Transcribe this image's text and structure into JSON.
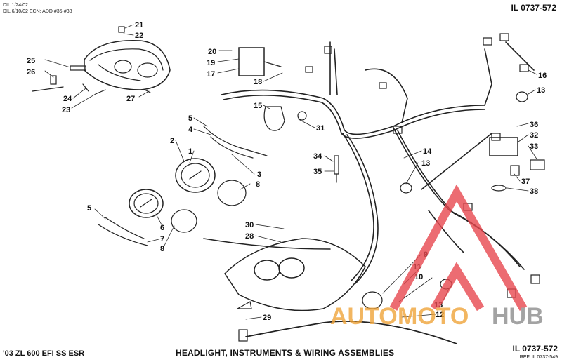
{
  "header": {
    "line1": "DIL 1/24/02",
    "line2": "DIL 6/10/02 ECN: ADD #35-#38",
    "ref_top": "IL 0737-572"
  },
  "footer": {
    "model": "'03 ZL 600 EFI SS ESR",
    "title": "HEADLIGHT, INSTRUMENTS & WIRING ASSEMBLIES",
    "ref": "IL 0737-572",
    "ref_sub": "REF. IL 0737-549"
  },
  "callouts": [
    {
      "id": "c21",
      "label": "21"
    },
    {
      "id": "c22",
      "label": "22"
    },
    {
      "id": "c25",
      "label": "25"
    },
    {
      "id": "c26",
      "label": "26"
    },
    {
      "id": "c24",
      "label": "24"
    },
    {
      "id": "c23",
      "label": "23"
    },
    {
      "id": "c27",
      "label": "27"
    },
    {
      "id": "c20",
      "label": "20"
    },
    {
      "id": "c19",
      "label": "19"
    },
    {
      "id": "c17",
      "label": "17"
    },
    {
      "id": "c18",
      "label": "18"
    },
    {
      "id": "c15",
      "label": "15"
    },
    {
      "id": "c31",
      "label": "31"
    },
    {
      "id": "c16",
      "label": "16"
    },
    {
      "id": "c13a",
      "label": "13"
    },
    {
      "id": "c36",
      "label": "36"
    },
    {
      "id": "c32",
      "label": "32"
    },
    {
      "id": "c33",
      "label": "33"
    },
    {
      "id": "c37",
      "label": "37"
    },
    {
      "id": "c38",
      "label": "38"
    },
    {
      "id": "c14",
      "label": "14"
    },
    {
      "id": "c13b",
      "label": "13"
    },
    {
      "id": "c34",
      "label": "34"
    },
    {
      "id": "c35",
      "label": "35"
    },
    {
      "id": "c5a",
      "label": "5"
    },
    {
      "id": "c4",
      "label": "4"
    },
    {
      "id": "c2",
      "label": "2"
    },
    {
      "id": "c1",
      "label": "1"
    },
    {
      "id": "c3",
      "label": "3"
    },
    {
      "id": "c8a",
      "label": "8"
    },
    {
      "id": "c5b",
      "label": "5"
    },
    {
      "id": "c6",
      "label": "6"
    },
    {
      "id": "c7",
      "label": "7"
    },
    {
      "id": "c8b",
      "label": "8"
    },
    {
      "id": "c30",
      "label": "30"
    },
    {
      "id": "c28",
      "label": "28"
    },
    {
      "id": "c9",
      "label": "9"
    },
    {
      "id": "c11",
      "label": "11"
    },
    {
      "id": "c10",
      "label": "10"
    },
    {
      "id": "c13c",
      "label": "13"
    },
    {
      "id": "c12",
      "label": "12"
    },
    {
      "id": "c29",
      "label": "29"
    }
  ],
  "watermark": {
    "part1": "AUTO",
    "part2": "MOTO",
    "part3": "HUB",
    "color_red": "#e8484f",
    "color_orange": "#f0a43a",
    "color_gray": "#8d8d8d"
  }
}
